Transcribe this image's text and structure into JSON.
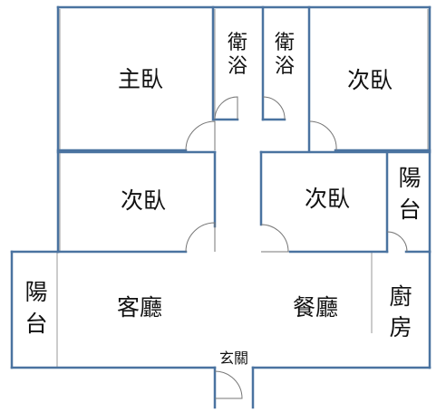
{
  "colors": {
    "wall": "#4a73a0",
    "inner_line": "#9a9a9a",
    "door": "#777777",
    "text": "#111111",
    "background": "#ffffff"
  },
  "rooms": {
    "master_bedroom": "主臥",
    "bedroom_top_right": "次臥",
    "bedroom_middle_left": "次臥",
    "bedroom_middle_right": "次臥",
    "bathroom_left": [
      "衛",
      "浴"
    ],
    "bathroom_right": [
      "衛",
      "浴"
    ],
    "balcony_right": [
      "陽",
      "台"
    ],
    "balcony_left": [
      "陽",
      "台"
    ],
    "living_room": "客廳",
    "dining_room": "餐廳",
    "kitchen": [
      "廚",
      "房"
    ],
    "entrance": "玄關"
  }
}
